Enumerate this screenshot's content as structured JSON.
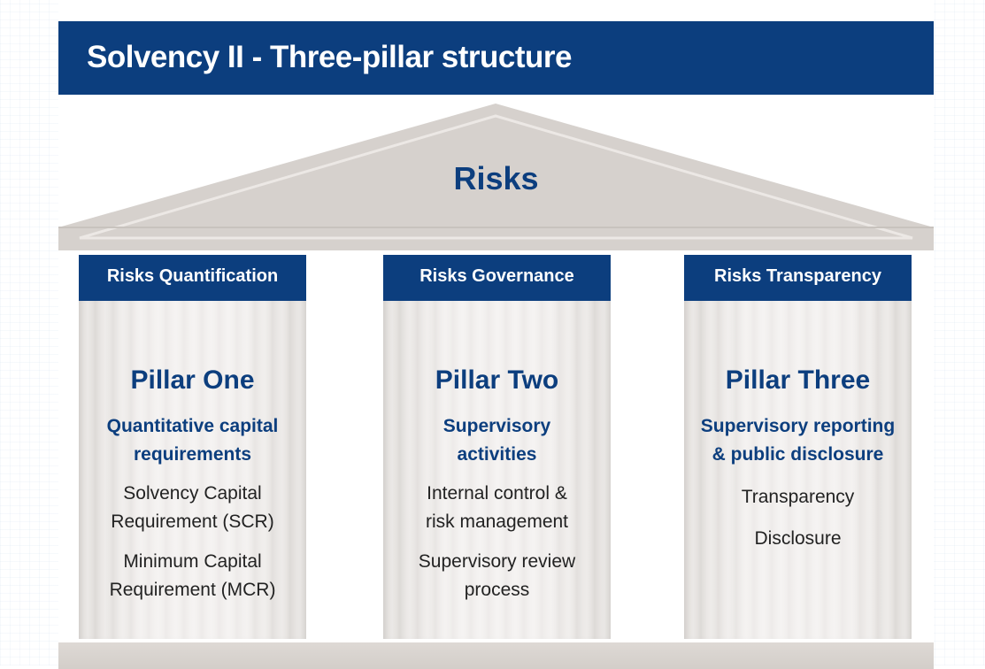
{
  "title": "Solvency II - Three-pillar structure",
  "roof_label": "Risks",
  "pillars": [
    {
      "header": "Risks Quantification",
      "title": "Pillar One",
      "subtitle": [
        "Quantitative capital",
        "requirements"
      ],
      "items": [
        [
          "Solvency Capital",
          "Requirement (SCR)"
        ],
        [
          "Minimum Capital",
          "Requirement (MCR)"
        ]
      ]
    },
    {
      "header": "Risks Governance",
      "title": "Pillar Two",
      "subtitle": [
        "Supervisory",
        "activities"
      ],
      "items": [
        [
          "Internal control &",
          "risk management"
        ],
        [
          "Supervisory review",
          "process"
        ]
      ]
    },
    {
      "header": "Risks Transparency",
      "title": "Pillar Three",
      "subtitle": [
        "Supervisory reporting",
        "& public disclosure"
      ],
      "items": [
        [
          "Transparency"
        ],
        [
          "Disclosure"
        ]
      ]
    }
  ],
  "colors": {
    "navy": "#0c3e7e",
    "stone": "#d6d1cd",
    "text": "#222222"
  }
}
